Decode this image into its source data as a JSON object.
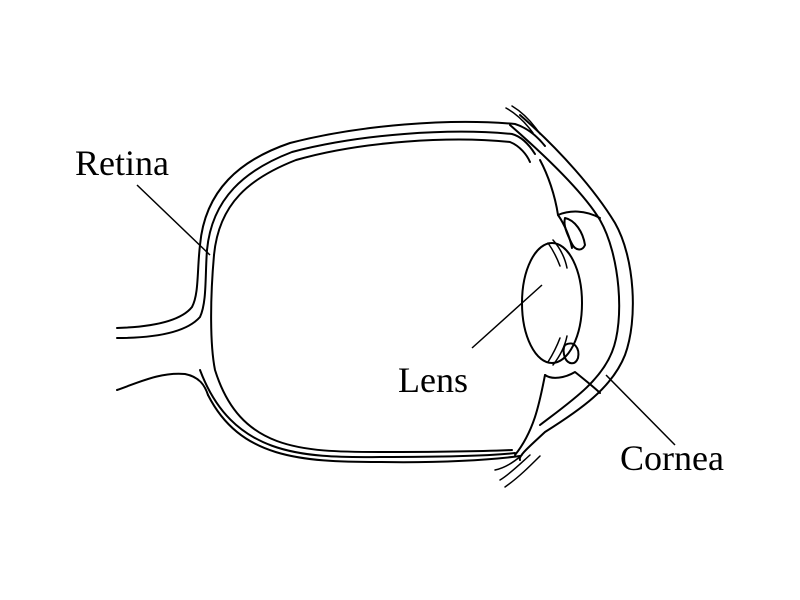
{
  "diagram": {
    "labels": {
      "retina": "Retina",
      "lens": "Lens",
      "cornea": "Cornea"
    },
    "colors": {
      "background": "#ffffff",
      "stroke": "#000000"
    }
  }
}
